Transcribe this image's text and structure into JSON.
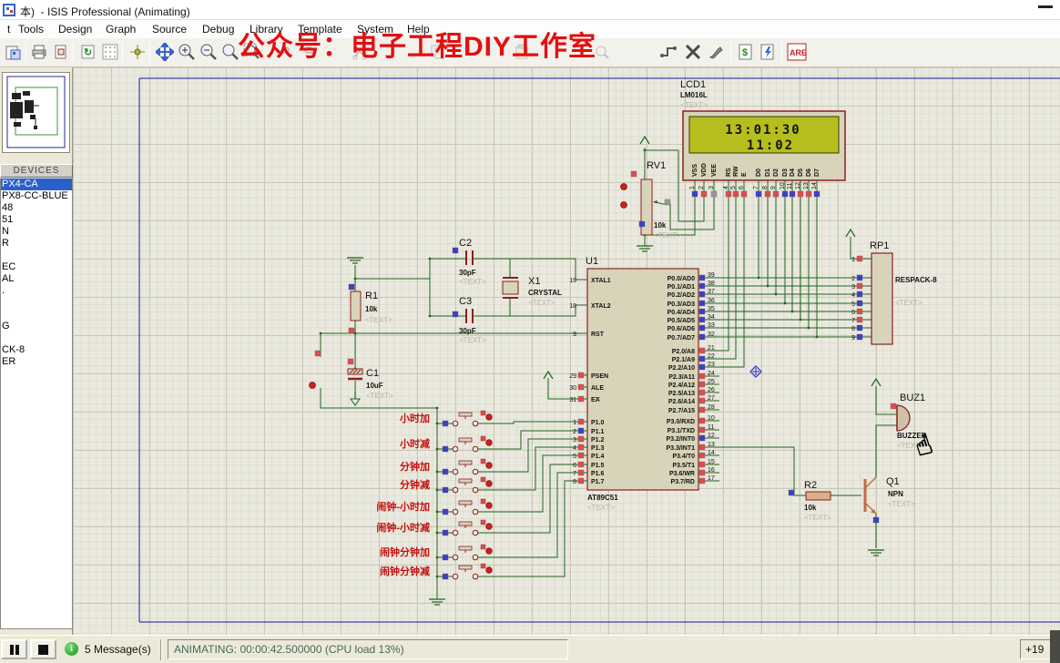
{
  "window": {
    "title": "本)  - ISIS Professional (Animating)"
  },
  "menu": {
    "items": [
      "t",
      "Tools",
      "Design",
      "Graph",
      "Source",
      "Debug",
      "Library",
      "Template",
      "System",
      "Help"
    ]
  },
  "watermark": "公众号：电子工程DIY工作室",
  "toolbar": {
    "ares_label": "ARES"
  },
  "sidebar": {
    "header": "DEVICES",
    "selected_index": 0,
    "items": [
      "PX4-CA",
      "PX8-CC-BLUE",
      "48",
      "51",
      "N",
      "R",
      "",
      "EC",
      "AL",
      ".",
      "",
      "",
      "G",
      "",
      "CK-8",
      "ER"
    ]
  },
  "statusbar": {
    "messages": "5 Message(s)",
    "status": "ANIMATING: 00:00:42.500000 (CPU load 13%)",
    "coords": "+19"
  },
  "circuit": {
    "placeholder": "<TEXT>",
    "lcd": {
      "ref": "LCD1",
      "part": "LM016L",
      "line1": "13:01:30",
      "line2": "11:02",
      "pins": [
        {
          "n": "1",
          "name": "VSS",
          "sq": "b"
        },
        {
          "n": "2",
          "name": "VDD",
          "sq": "r"
        },
        {
          "n": "3",
          "name": "VEE",
          "sq": "g"
        },
        {
          "n": "4",
          "name": "RS",
          "sq": "r"
        },
        {
          "n": "5",
          "name": "RW",
          "sq": "r"
        },
        {
          "n": "6",
          "name": "E",
          "sq": "r"
        },
        {
          "n": "7",
          "name": "D0",
          "sq": "b"
        },
        {
          "n": "8",
          "name": "D1",
          "sq": "r"
        },
        {
          "n": "9",
          "name": "D2",
          "sq": "r"
        },
        {
          "n": "10",
          "name": "D3",
          "sq": "b"
        },
        {
          "n": "11",
          "name": "D4",
          "sq": "b"
        },
        {
          "n": "12",
          "name": "D5",
          "sq": "r"
        },
        {
          "n": "13",
          "name": "D6",
          "sq": "r"
        },
        {
          "n": "14",
          "name": "D7",
          "sq": "b"
        }
      ]
    },
    "u1": {
      "ref": "U1",
      "part": "AT89C51",
      "left_pins": [
        {
          "num": "19",
          "name": "XTAL1",
          "sq": null
        },
        {
          "num": "18",
          "name": "XTAL2",
          "sq": null
        },
        {
          "num": "9",
          "name": "RST",
          "sq": null
        },
        {
          "num": "29",
          "name": "PSEN",
          "sq": "r",
          "over": true
        },
        {
          "num": "30",
          "name": "ALE",
          "sq": "r"
        },
        {
          "num": "31",
          "name": "EA",
          "sq": "r",
          "over": true
        },
        {
          "num": "1",
          "name": "P1.0",
          "sq": "r"
        },
        {
          "num": "2",
          "name": "P1.1",
          "sq": "b"
        },
        {
          "num": "3",
          "name": "P1.2",
          "sq": "r"
        },
        {
          "num": "4",
          "name": "P1.3",
          "sq": "r"
        },
        {
          "num": "5",
          "name": "P1.4",
          "sq": "r"
        },
        {
          "num": "6",
          "name": "P1.5",
          "sq": "r"
        },
        {
          "num": "7",
          "name": "P1.6",
          "sq": "r"
        },
        {
          "num": "8",
          "name": "P1.7",
          "sq": "r"
        }
      ],
      "right_pins": [
        {
          "num": "39",
          "name": "P0.0/AD0",
          "sq": "b"
        },
        {
          "num": "38",
          "name": "P0.1/AD1",
          "sq": "b"
        },
        {
          "num": "37",
          "name": "P0.2/AD2",
          "sq": "b"
        },
        {
          "num": "36",
          "name": "P0.3/AD3",
          "sq": "b"
        },
        {
          "num": "35",
          "name": "P0.4/AD4",
          "sq": "b"
        },
        {
          "num": "34",
          "name": "P0.5/AD5",
          "sq": "b"
        },
        {
          "num": "33",
          "name": "P0.6/AD6",
          "sq": "b"
        },
        {
          "num": "32",
          "name": "P0.7/AD7",
          "sq": "b"
        },
        {
          "num": "21",
          "name": "P2.0/A8",
          "sq": "r"
        },
        {
          "num": "22",
          "name": "P2.1/A9",
          "sq": "b"
        },
        {
          "num": "23",
          "name": "P2.2/A10",
          "sq": "b"
        },
        {
          "num": "24",
          "name": "P2.3/A11",
          "sq": "r"
        },
        {
          "num": "25",
          "name": "P2.4/A12",
          "sq": "r"
        },
        {
          "num": "26",
          "name": "P2.5/A13",
          "sq": "r"
        },
        {
          "num": "27",
          "name": "P2.6/A14",
          "sq": "r"
        },
        {
          "num": "28",
          "name": "P2.7/A15",
          "sq": "r"
        },
        {
          "num": "10",
          "name": "P3.0/RXD",
          "sq": "r"
        },
        {
          "num": "11",
          "name": "P3.1/TXD",
          "sq": "r"
        },
        {
          "num": "12",
          "name": "P3.2/INT0",
          "sq": "b"
        },
        {
          "num": "13",
          "name": "P3.3/INT1",
          "sq": "r"
        },
        {
          "num": "14",
          "name": "P3.4/T0",
          "sq": "r"
        },
        {
          "num": "15",
          "name": "P3.5/T1",
          "sq": "r"
        },
        {
          "num": "16",
          "name": "P3.6/WR",
          "sq": "r"
        },
        {
          "num": "17",
          "name": "P3.7/RD",
          "sq": "r"
        }
      ]
    },
    "rp1": {
      "ref": "RP1",
      "part": "RESPACK-8",
      "pins": [
        {
          "n": "1",
          "sq": "r"
        },
        {
          "n": "2",
          "sq": "b"
        },
        {
          "n": "3",
          "sq": "r"
        },
        {
          "n": "4",
          "sq": "b"
        },
        {
          "n": "5",
          "sq": "b"
        },
        {
          "n": "6",
          "sq": "r"
        },
        {
          "n": "7",
          "sq": "r"
        },
        {
          "n": "8",
          "sq": "b"
        },
        {
          "n": "9",
          "sq": "b"
        }
      ]
    },
    "rv1": {
      "ref": "RV1",
      "value": "10k"
    },
    "r1": {
      "ref": "R1",
      "value": "10k"
    },
    "r2": {
      "ref": "R2",
      "value": "10k"
    },
    "c1": {
      "ref": "C1",
      "value": "10uF"
    },
    "c2": {
      "ref": "C2",
      "value": "30pF"
    },
    "c3": {
      "ref": "C3",
      "value": "30pF"
    },
    "x1": {
      "ref": "X1",
      "part": "CRYSTAL"
    },
    "q1": {
      "ref": "Q1",
      "part": "NPN"
    },
    "buz1": {
      "ref": "BUZ1",
      "part": "BUZZER"
    },
    "buttons": [
      {
        "label": "小时加"
      },
      {
        "label": "小时减"
      },
      {
        "label": "分钟加"
      },
      {
        "label": "分钟减"
      },
      {
        "label": "闹钟-小时加"
      },
      {
        "label": "闹钟-小时减"
      },
      {
        "label": "闹钟分钟加"
      },
      {
        "label": "闹钟分钟减"
      }
    ]
  },
  "colors": {
    "wire": "#1e651e",
    "component_outline": "#8a1f1f",
    "component_fill": "#d8d4ba",
    "lcd_screen": "#b5be1e",
    "selection": "#2a5fcc",
    "watermark": "#e30f0f",
    "state_high": "#e14b4b",
    "state_low": "#3d3dcc",
    "state_float": "#999999"
  }
}
